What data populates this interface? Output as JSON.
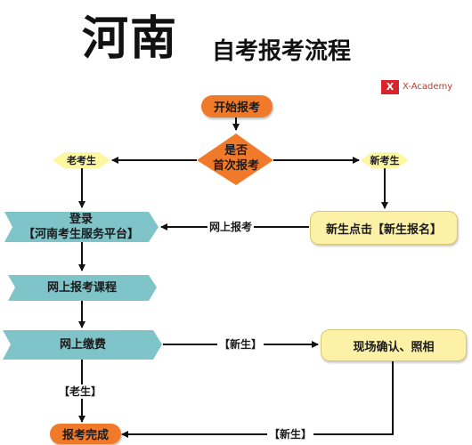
{
  "title": {
    "main": "河南",
    "sub": "自考报考流程"
  },
  "logo": {
    "mark": "X",
    "text": "X-Academy"
  },
  "nodes": {
    "start": "开始报考",
    "decision_line1": "是否",
    "decision_line2": "首次报考",
    "old_student": "老考生",
    "new_student": "新考生",
    "login_line1": "登录",
    "login_line2": "【河南考生服务平台】",
    "new_register": "新生点击【新生报名】",
    "course": "网上报考课程",
    "payment": "网上缴费",
    "onsite": "现场确认、照相",
    "done": "报考完成"
  },
  "edges": {
    "online_register": "网上报考",
    "new_student_1": "【新生】",
    "old_student": "【老生】",
    "new_student_2": "【新生】"
  },
  "colors": {
    "orange": "#f07a2a",
    "teal": "#7ec4c9",
    "yellow_tag": "#fdf7a0",
    "yellow_box": "#fdf1a8",
    "logo_red": "#d8232a"
  }
}
